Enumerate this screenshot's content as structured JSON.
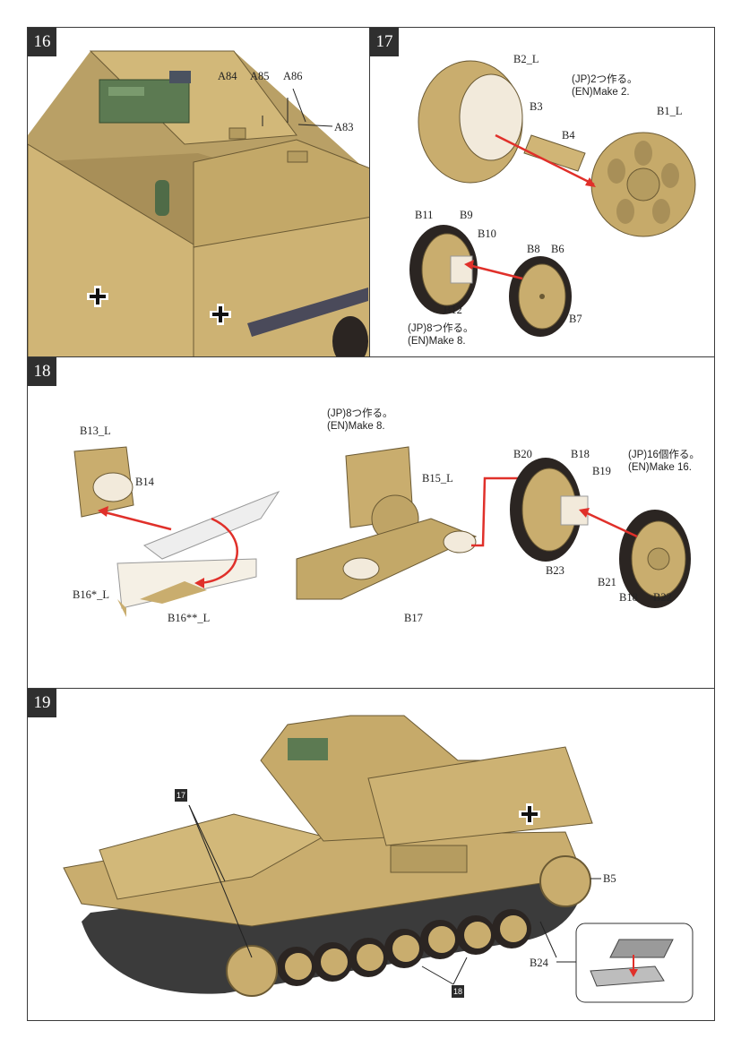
{
  "steps": {
    "s16": {
      "number": "16",
      "labels": {
        "a84": "A84",
        "a85": "A85",
        "a86": "A86",
        "a83": "A83"
      }
    },
    "s17": {
      "number": "17",
      "labels": {
        "b2l": "B2_L",
        "b3": "B3",
        "b1l": "B1_L",
        "b4": "B4",
        "b11": "B11",
        "b9": "B9",
        "b10": "B10",
        "b8": "B8",
        "b6": "B6",
        "b12": "B12",
        "b7": "B7"
      },
      "note_top": {
        "jp": "(JP)2つ作る。",
        "en": "(EN)Make 2."
      },
      "note_bottom": {
        "jp": "(JP)8つ作る。",
        "en": "(EN)Make 8."
      }
    },
    "s18": {
      "number": "18",
      "labels": {
        "b13l": "B13_L",
        "b14": "B14",
        "b16l": "B16*_L",
        "b16ll": "B16**_L",
        "b15l": "B15_L",
        "b17": "B17",
        "b20": "B20",
        "b18a": "B18",
        "b19": "B19",
        "b23": "B23",
        "b21": "B21",
        "b18b": "B18",
        "b22": "B22"
      },
      "note_mid": {
        "jp": "(JP)8つ作る。",
        "en": "(EN)Make 8."
      },
      "note_right": {
        "jp": "(JP)16個作る。",
        "en": "(EN)Make 16."
      }
    },
    "s19": {
      "number": "19",
      "labels": {
        "b5": "B5",
        "b24": "B24"
      },
      "tags": {
        "t17": "17",
        "t18": "18"
      }
    }
  },
  "colors": {
    "armor": "#c9ad6e",
    "armor_dark": "#a58a4f",
    "armor_light": "#d9c189",
    "tire": "#2b2522",
    "arrow": "#e0302a",
    "frame": "#3a3a3a",
    "green_box": "#5c7a52"
  }
}
